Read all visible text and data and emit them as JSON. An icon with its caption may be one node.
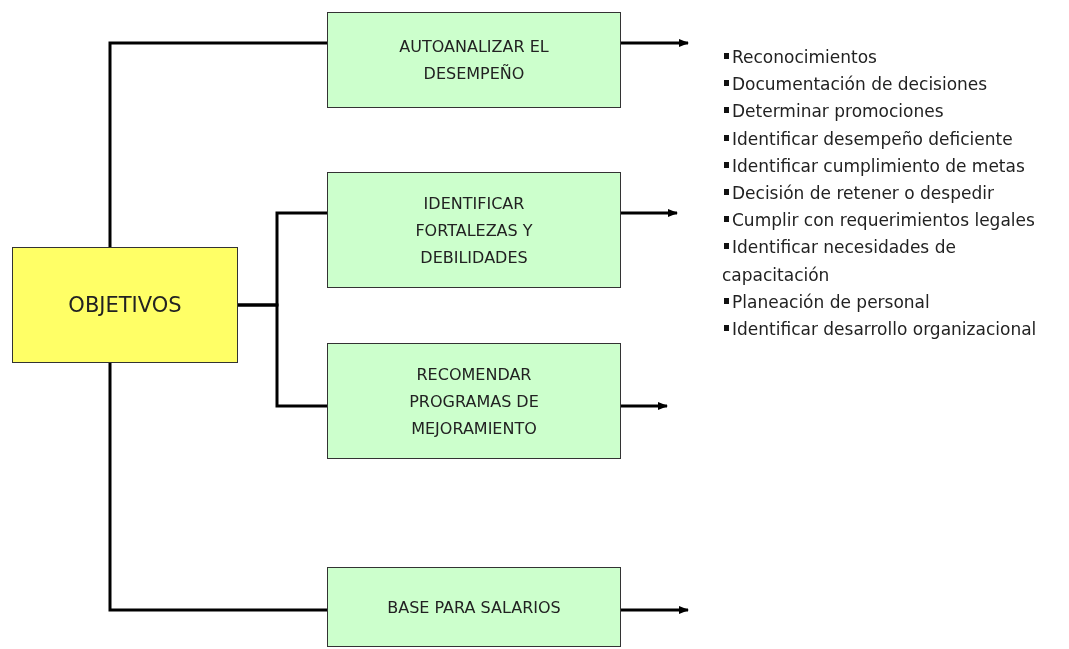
{
  "diagram": {
    "nodes": [
      {
        "text": [
          "OBJETIVOS"
        ]
      },
      {
        "text": [
          "AUTOANALIZAR EL DESEMPEÑO"
        ]
      },
      {
        "text": [
          "IDENTIFICAR FORTALEZAS Y DEBILIDADES"
        ]
      },
      {
        "text": [
          "RECOMENDAR PROGRAMAS DE MEJORAMIENTO"
        ]
      },
      {
        "text": [
          "BASE PARA SALARIOS"
        ]
      }
    ],
    "edges": [
      {
        "from": 0,
        "to": 1,
        "arrow": "none"
      },
      {
        "from": 0,
        "to": 2,
        "arrow": "none"
      },
      {
        "from": 0,
        "to": 3,
        "arrow": "none"
      },
      {
        "from": 0,
        "to": 4,
        "arrow": "none"
      },
      {
        "from": 1,
        "to": null,
        "arrow": "to"
      },
      {
        "from": 2,
        "to": null,
        "arrow": "to"
      },
      {
        "from": 3,
        "to": null,
        "arrow": "to"
      },
      {
        "from": 4,
        "to": null,
        "arrow": "to"
      }
    ],
    "labels": [
      "Reconocimientos",
      "Documentación de decisiones",
      "Determinar promociones",
      "Identificar desempeño deficiente",
      "Identificar cumplimiento de metas",
      "Decisión de retener o despedir",
      "Cumplir con requerimientos legales",
      "Identificar necesidades de capacitación",
      "Planeación de personal",
      "Identificar desarrollo organizacional"
    ]
  }
}
